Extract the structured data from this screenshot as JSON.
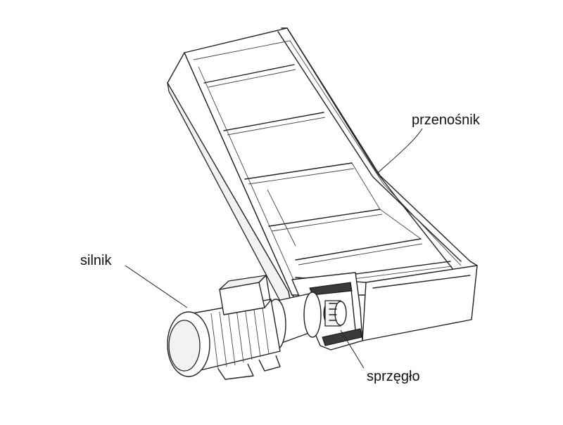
{
  "labels": {
    "conveyor": "przenośnik",
    "motor": "silnik",
    "coupling": "sprzęgło"
  },
  "colors": {
    "background": "#ffffff",
    "line": "#222222"
  }
}
